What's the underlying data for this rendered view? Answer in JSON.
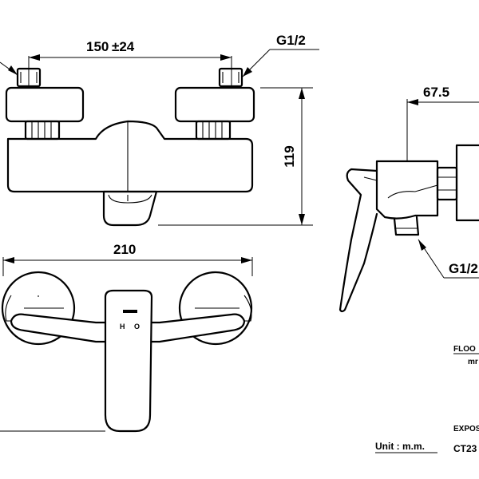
{
  "dimensions": {
    "center_distance": "150",
    "center_tolerance": "±24",
    "inlet_thread_top": "G1/2",
    "height": "119",
    "depth": "67.5",
    "width": "210",
    "outlet_thread_side": "G1/2"
  },
  "handle_marks": {
    "hot": "H",
    "cold": "O"
  },
  "notes": {
    "floor_label": "FLOO",
    "floor_unit": "mr",
    "exposed_label": "EXPOS",
    "model_code": "CT23",
    "unit_label": "Unit : m.m."
  }
}
